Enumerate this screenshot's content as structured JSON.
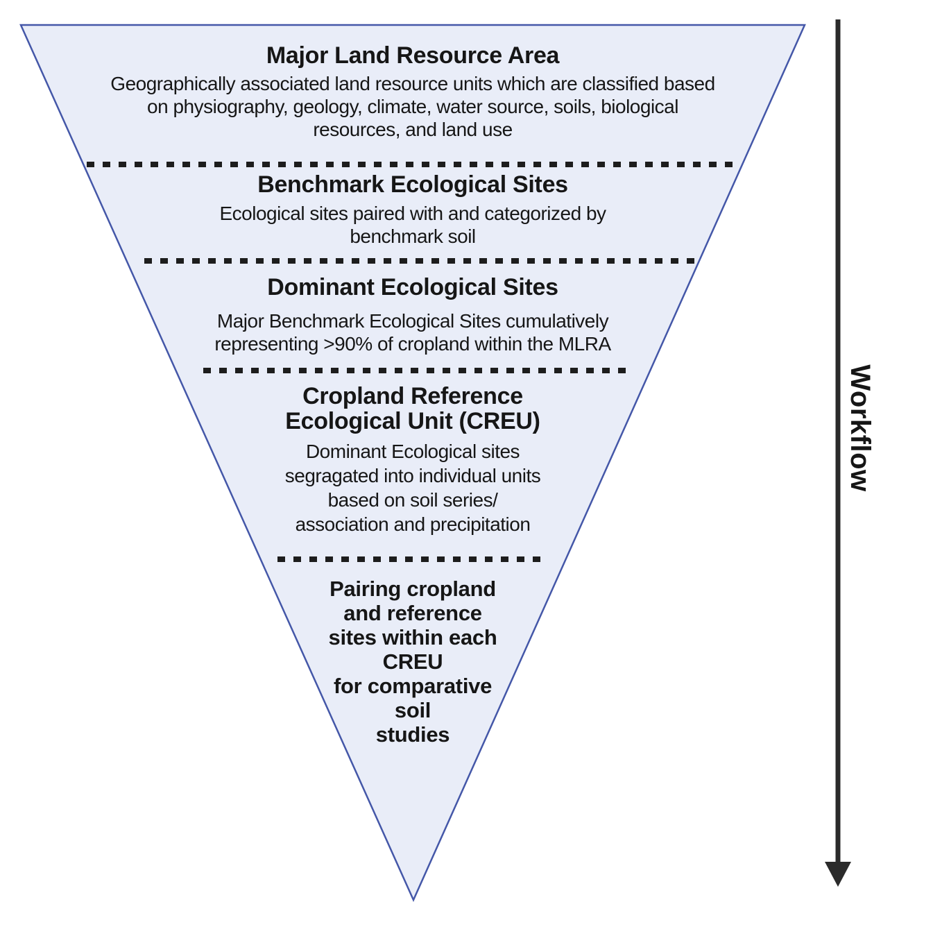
{
  "diagram": {
    "type": "inverted-funnel-workflow",
    "workflow_label": "Workflow",
    "arrow": {
      "name": "workflow-down-arrow",
      "direction": "down"
    },
    "colors": {
      "funnel_fill": "#e9edf8",
      "funnel_stroke": "#4457a8",
      "divider_color": "#1d1d1d",
      "arrow_color": "#2b2b2b",
      "text_color": "#161616",
      "bg_color": "#ffffff"
    },
    "sections": [
      {
        "title": "Major Land Resource Area",
        "description": "Geographically associated land resource units which are classified based\non physiography, geology, climate, water source, soils, biological\nresources, and land use"
      },
      {
        "title": "Benchmark Ecological Sites",
        "description": "Ecological sites paired with and categorized by\nbenchmark soil"
      },
      {
        "title": "Dominant Ecological Sites",
        "description": "Major Benchmark Ecological Sites cumulatively\nrepresenting >90% of cropland within the MLRA"
      },
      {
        "title": "Cropland Reference\nEcological Unit (CREU)",
        "description": "Dominant Ecological sites\nsegragated into individual units\nbased on soil series/\nassociation and precipitation"
      },
      {
        "title": "Pairing cropland\nand reference\nsites within each\nCREU\nfor comparative\nsoil\nstudies",
        "description": ""
      }
    ]
  }
}
